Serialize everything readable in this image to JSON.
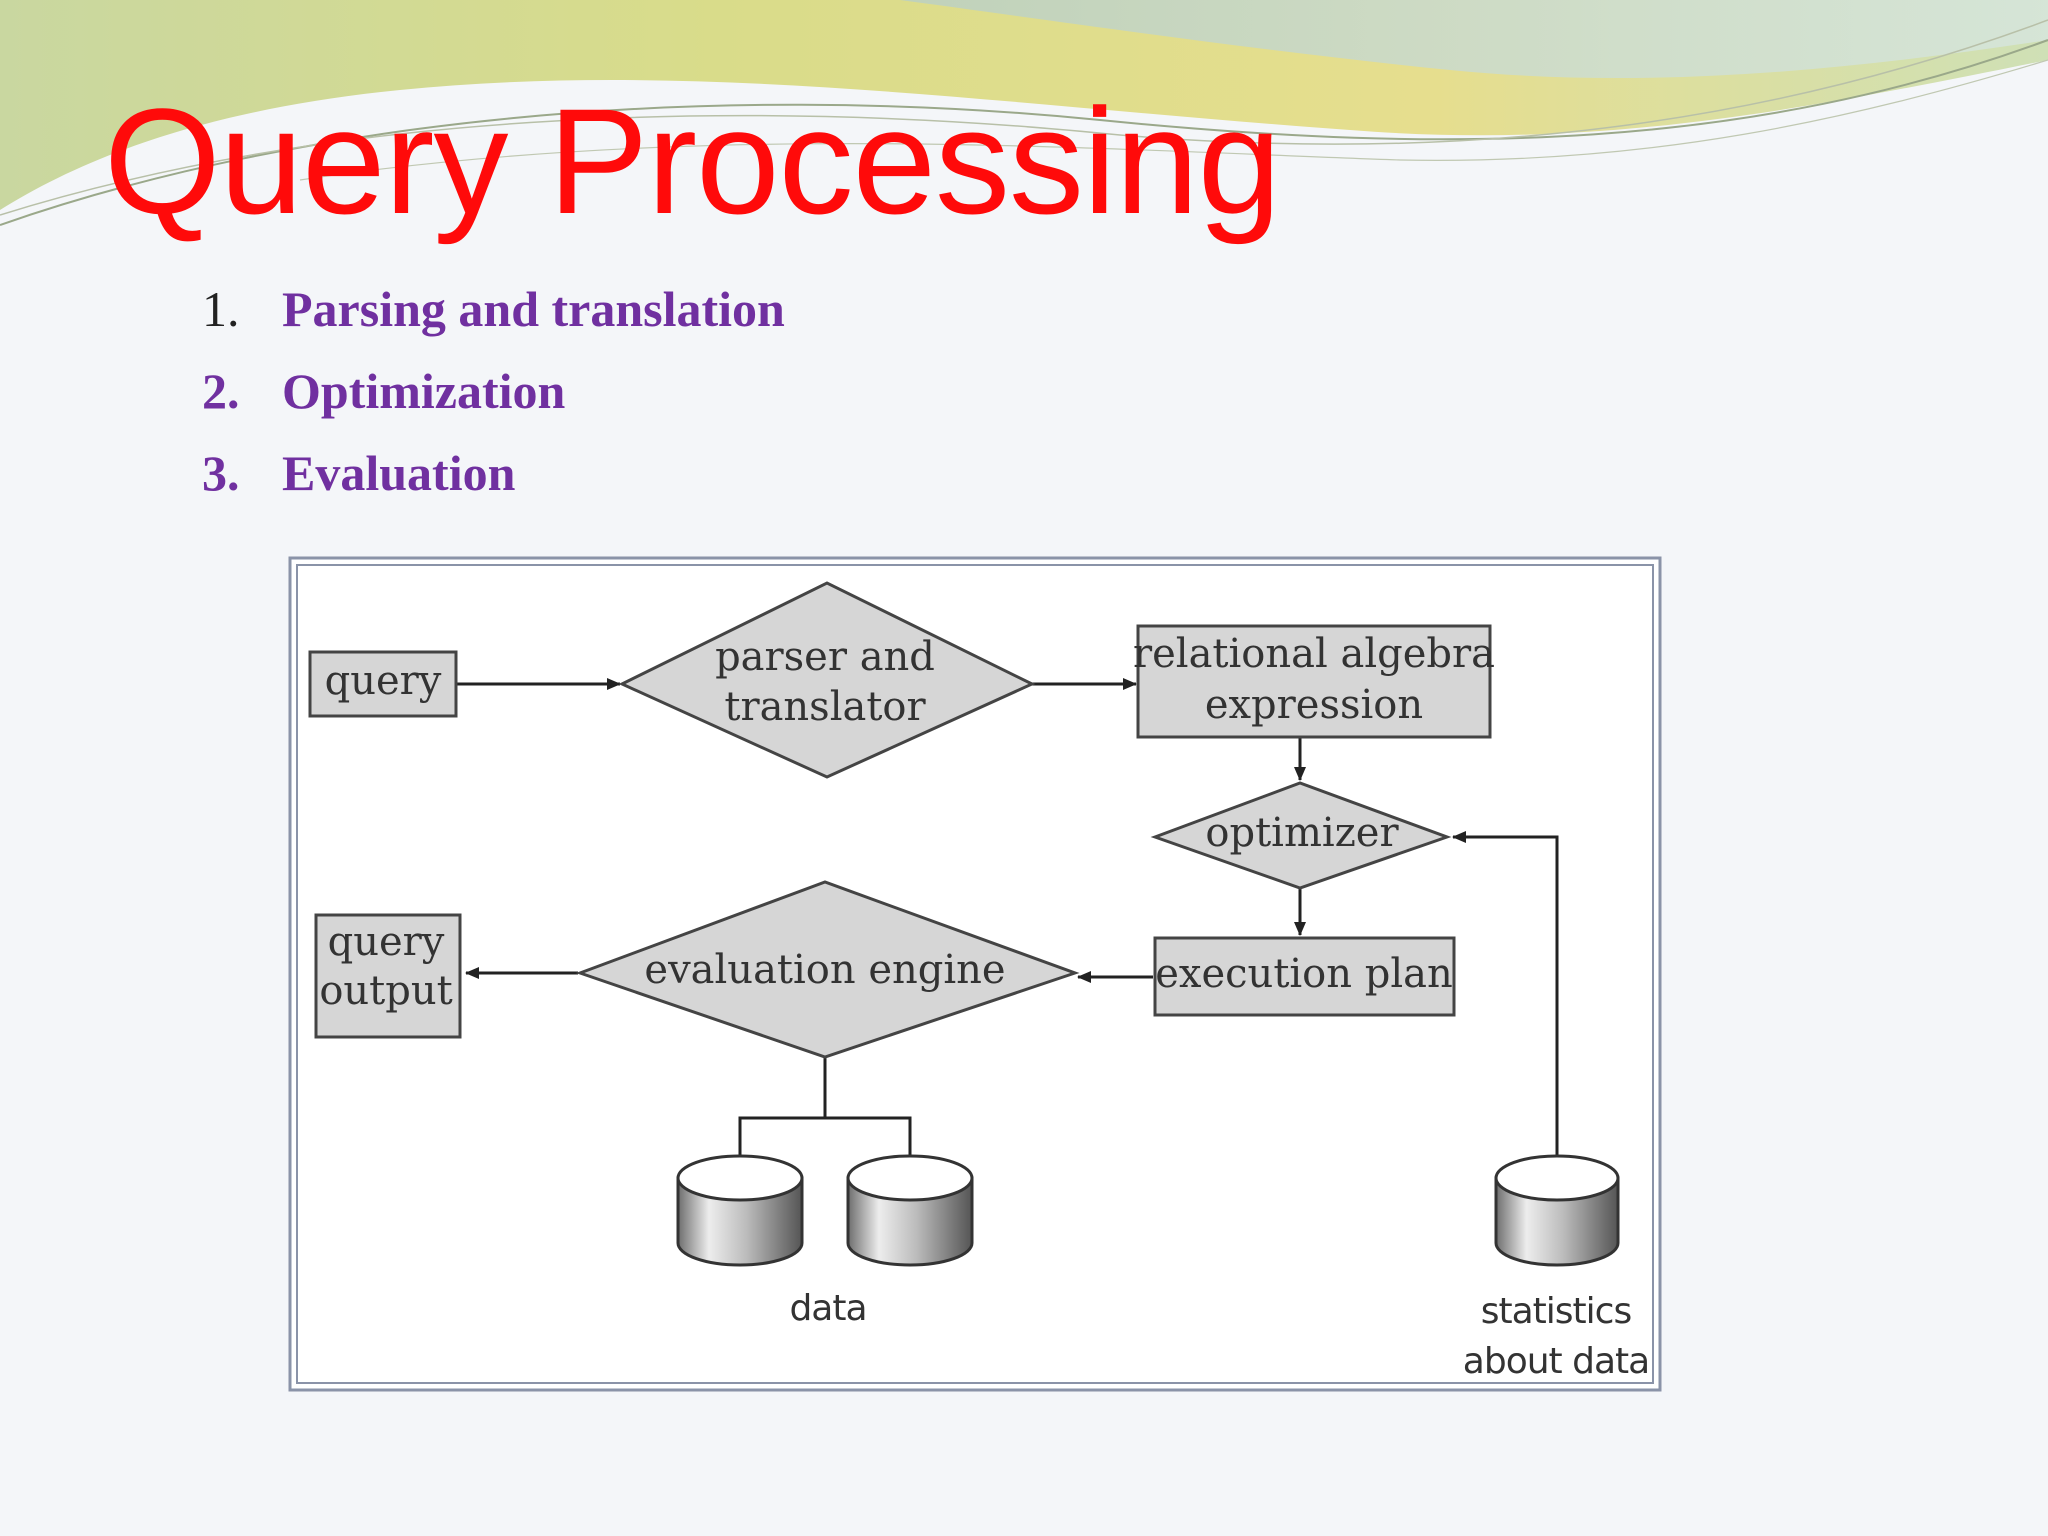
{
  "slide": {
    "title": "Query Processing",
    "steps": [
      {
        "number": "1.",
        "label": "Parsing and translation"
      },
      {
        "number": "2.",
        "label": "Optimization"
      },
      {
        "number": "3.",
        "label": "Evaluation"
      }
    ]
  },
  "diagram": {
    "query_box": "query",
    "parser": [
      "parser and",
      "translator"
    ],
    "relational": [
      "relational algebra",
      "expression"
    ],
    "optimizer": "optimizer",
    "execution_plan": "execution plan",
    "evaluation_engine": "evaluation engine",
    "query_output": [
      "query",
      "output"
    ],
    "data_label": "data",
    "statistics": [
      "statistics",
      "about data"
    ]
  },
  "colors": {
    "title": "#ff0a0a",
    "steps": "#7030a0",
    "shape_fill": "#d6d6d6",
    "shape_stroke": "#444444"
  }
}
